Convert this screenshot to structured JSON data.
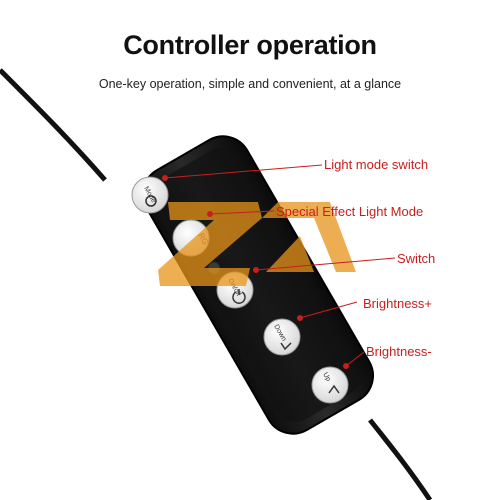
{
  "header": {
    "title": "Controller operation",
    "subtitle": "One-key operation, simple and convenient, at a glance"
  },
  "buttons": {
    "mode": "Mode",
    "rg": "RG",
    "onoff": "On/off",
    "down": "Down",
    "up": "Up"
  },
  "callouts": {
    "light_mode_switch": "Light mode switch",
    "special_effect": "Special Effect Light Mode",
    "switch": "Switch",
    "brightness_plus": "Brightness+",
    "brightness_minus": "Brightness-"
  },
  "colors": {
    "callout_red": "#c81e1e",
    "watermark_orange": "#e8941a",
    "controller_body": "#1a1a1a"
  },
  "icons": [
    "watermark-logo",
    "power-icon",
    "chevron-down-icon",
    "chevron-up-icon",
    "mode-icon"
  ]
}
